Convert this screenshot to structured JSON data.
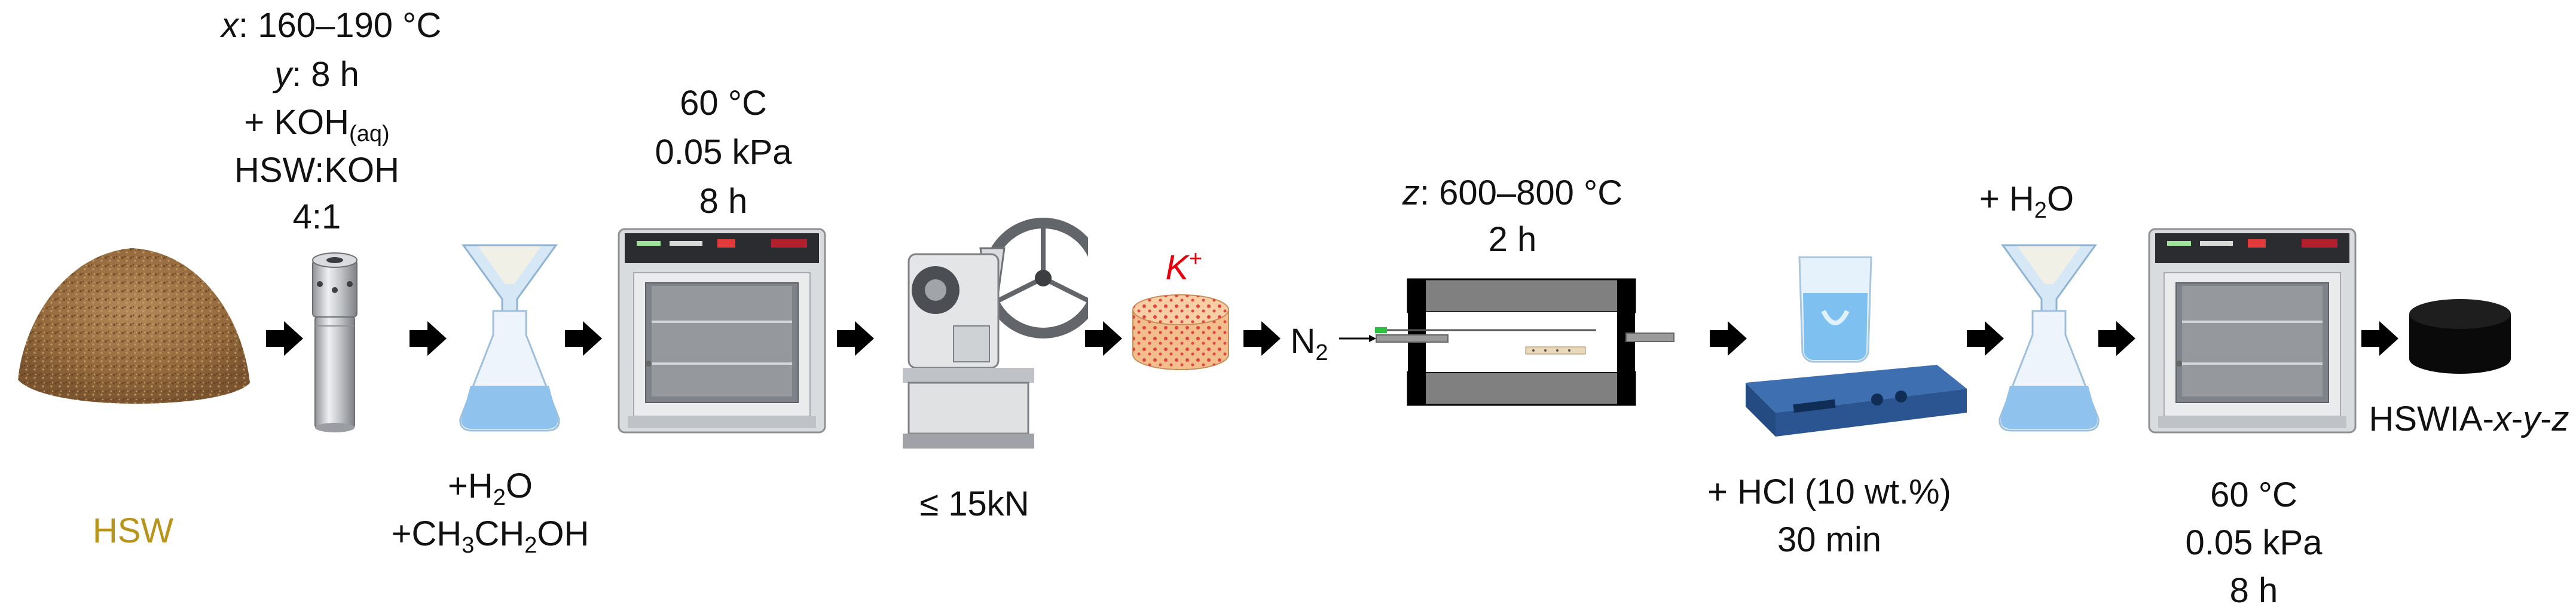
{
  "colors": {
    "hsw_label": "#b8951a",
    "potassium_label": "#e8000d",
    "water": "#8fc3ee",
    "arrow": "#000000"
  },
  "hsw": {
    "label": "HSW"
  },
  "autoclave": {
    "x_prefix": "x",
    "x_text": ": 160–190 °C",
    "y_prefix": "y",
    "y_text": ": 8 h",
    "koh_main": "+ KOH",
    "koh_sub": "(aq)",
    "ratio_label": "HSW:KOH",
    "ratio_value": "4:1"
  },
  "wash1": {
    "h2o_pre": "+H",
    "h2o_sub": "2",
    "h2o_post": "O",
    "eth_a": "+CH",
    "eth_s1": "3",
    "eth_b": "CH",
    "eth_s2": "2",
    "eth_c": "OH"
  },
  "dry1": {
    "temp": "60 °C",
    "pressure": "0.05 kPa",
    "time": "8 h"
  },
  "press": {
    "force": "≤ 15kN"
  },
  "pellet": {
    "ion_main": "K",
    "ion_sup": "+"
  },
  "furnace": {
    "z_prefix": "z",
    "z_text": ": 600–800 °C",
    "time": "2 h",
    "gas_main": "N",
    "gas_sub": "2"
  },
  "acid": {
    "hcl": "+ HCl (10 wt.%)",
    "time": "30 min"
  },
  "wash2": {
    "pre": "+ H",
    "sub": "2",
    "post": "O"
  },
  "dry2": {
    "temp": "60 °C",
    "pressure": "0.05 kPa",
    "time": "8 h"
  },
  "product": {
    "base": "HSWIA-",
    "x": "x",
    "dash1": "-",
    "y": "y",
    "dash2": "-",
    "z": "z"
  }
}
